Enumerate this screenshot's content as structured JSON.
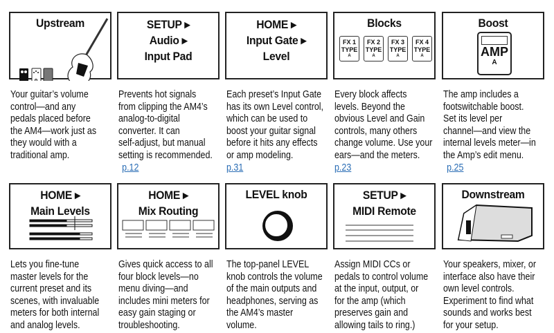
{
  "cards": [
    {
      "title": [
        "Upstream"
      ],
      "desc": [
        "Your guitar’s volume",
        "control—and any",
        "pedals placed before",
        "the AM4—work just as",
        "they would with a",
        "traditional amp."
      ]
    },
    {
      "title": [
        "SETUP ▸",
        "Audio ▸",
        "Input Pad"
      ],
      "desc": [
        "Prevents hot signals",
        "from clipping the AM4’s",
        "analog-to-digital",
        "converter. It can",
        "self-adjust, but manual",
        "setting is recommended."
      ],
      "link": "p.12"
    },
    {
      "title": [
        "HOME ▸",
        "Input Gate ▸",
        "Level"
      ],
      "desc": [
        "Each preset’s Input Gate",
        "has its own Level control,",
        "which can be used to",
        "boost your guitar signal",
        "before it hits any effects",
        "or amp modeling."
      ],
      "link": "p.31"
    },
    {
      "title": [
        "Blocks"
      ],
      "desc": [
        "Every block affects",
        "levels. Beyond the",
        "obvious Level and Gain",
        "controls, many others",
        "change volume. Use your",
        "ears—and the meters."
      ],
      "link": "p.23",
      "blocks": [
        {
          "name": "FX 1",
          "type": "TYPE",
          "ch": "A"
        },
        {
          "name": "FX 2",
          "type": "TYPE",
          "ch": "A"
        },
        {
          "name": "FX 3",
          "type": "TYPE",
          "ch": "A"
        },
        {
          "name": "FX 4",
          "type": "TYPE",
          "ch": "A"
        }
      ]
    },
    {
      "title": [
        "Boost"
      ],
      "desc": [
        "The amp includes a",
        "footswitchable boost.",
        "Set its level per",
        "channel—and view the",
        "internal levels meter—in",
        "the Amp’s edit menu."
      ],
      "link": "p.25",
      "amp": {
        "label": "AMP",
        "ch": "A"
      }
    },
    {
      "title": [
        "HOME ▸",
        "Main Levels"
      ],
      "desc": [
        "Lets you fine-tune",
        "master levels for the",
        "current preset and its",
        "scenes, with invaluable",
        "meters for both internal",
        "and analog levels."
      ]
    },
    {
      "title": [
        "HOME ▸",
        "Mix Routing"
      ],
      "desc": [
        "Gives quick access to all",
        "four block levels—no",
        "menu diving—and",
        "includes mini meters for",
        "easy gain staging or",
        "troubleshooting."
      ]
    },
    {
      "title": [
        "LEVEL knob"
      ],
      "desc": [
        "The top-panel LEVEL",
        "knob controls the volume",
        "of the main outputs and",
        "headphones, serving as",
        "the AM4’s master",
        "volume."
      ]
    },
    {
      "title": [
        "SETUP ▸",
        "MIDI Remote"
      ],
      "desc": [
        "Assign MIDI CCs or",
        "pedals to control volume",
        "at the input, output, or",
        "for the amp (which",
        "preserves gain and",
        "allowing tails to ring.)"
      ]
    },
    {
      "title": [
        "Downstream"
      ],
      "desc": [
        "Your speakers, mixer, or",
        "interface also have their",
        "own level controls.",
        "Experiment to find what",
        "sounds and works best",
        "for your setup."
      ]
    }
  ]
}
